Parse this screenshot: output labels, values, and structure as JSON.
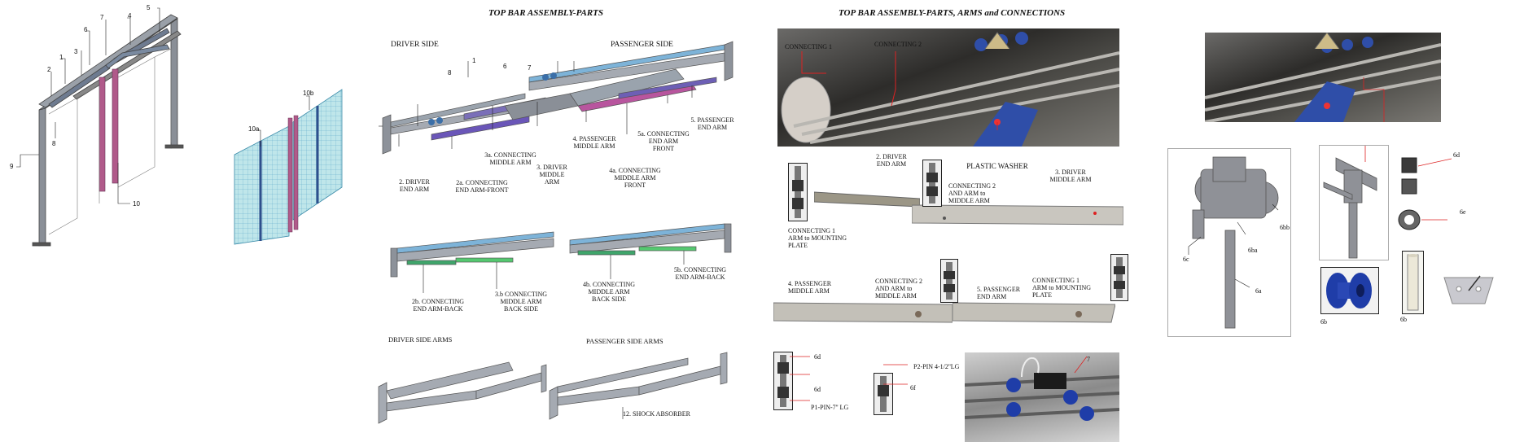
{
  "headers": {
    "parts": "TOP BAR  ASSEMBLY-PARTS",
    "arms": "TOP BAR  ASSEMBLY-PARTS, ARMS and CONNECTIONS",
    "driver_side": "DRIVER SIDE",
    "passenger_side": "PASSENGER SIDE",
    "driver_side_arms": "DRIVER SIDE ARMS",
    "passenger_side_arms": "PASSENGER SIDE ARMS"
  },
  "frame_numbers": [
    "1",
    "2",
    "3",
    "4",
    "5",
    "6",
    "7",
    "8",
    "9",
    "10",
    "10a",
    "10b"
  ],
  "parts_labels": {
    "n8": "8",
    "n1": "1",
    "n6": "6",
    "n7": "7",
    "driver_end_arm": "2. DRIVER\nEND ARM",
    "conn_end_arm_front": "2a. CONNECTING\nEND ARM-FRONT",
    "conn_middle_arm": "3a. CONNECTING\nMIDDLE ARM",
    "driver_middle_arm": "3. DRIVER\nMIDDLE\nARM",
    "passenger_middle_arm": "4. PASSENGER\nMIDDLE ARM",
    "conn_middle_arm_front": "4a. CONNECTING\nMIDDLE ARM\nFRONT",
    "conn_end_arm_front2": "5a. CONNECTING\nEND ARM\nFRONT",
    "passenger_end_arm": "5. PASSENGER\nEND ARM",
    "conn_end_arm_back": "2b. CONNECTING\nEND ARM-BACK",
    "conn_middle_arm_back": "3.b CONNECTING\nMIDDLE ARM\nBACK SIDE",
    "conn_middle_arm_back2": "4b. CONNECTING\nMIDDLE ARM\nBACK SIDE",
    "conn_end_arm_back2": "5b. CONNECTING\nEND ARM-BACK",
    "shock_absorber": "12. SHOCK ABSORBER"
  },
  "arms_labels": {
    "connecting1": "CONNECTING 1",
    "connecting2": "CONNECTING 2",
    "plastic_washer": "PLASTIC WASHER",
    "driver_end_arm": "2. DRIVER\nEND ARM",
    "driver_middle_arm": "3. DRIVER\nMIDDLE ARM",
    "conn1_mounting": "CONNECTING 1\nARM to MOUNTING\nPLATE",
    "conn2_middle": "CONNECTING 2\nAND ARM to\nMIDDLE ARM",
    "passenger_middle_arm": "4. PASSENGER\nMIDDLE ARM",
    "conn2_middle_b": "CONNECTING 2\nAND ARM to\nMIDDLE ARM",
    "passenger_end_arm": "5. PASSENGER\nEND ARM",
    "conn1_mounting_b": "CONNECTING 1\nARM to MOUNTING\nPLATE",
    "d6a": "6d",
    "d6b": "6d",
    "p1_pin": "P1-PIN-7'' LG",
    "p2_pin": "P2-PIN 4-1/2''LG",
    "f6": "6f",
    "n7": "7"
  },
  "detail_labels": {
    "d6": "6d",
    "e6": "6e",
    "bb6": "6bb",
    "ba6": "6ba",
    "c6": "6c",
    "a6": "6a",
    "b6a": "6b",
    "b6b": "6b"
  }
}
